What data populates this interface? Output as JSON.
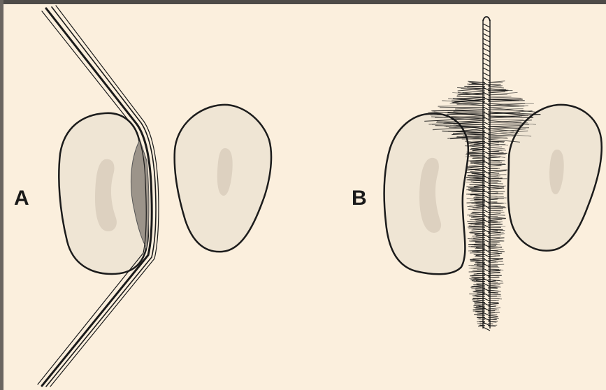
{
  "panels": {
    "a_label": "A",
    "b_label": "B"
  },
  "colors": {
    "background": "#fbefdd",
    "tooth_fill": "#efe5d4",
    "pulp_fill": "#ddd1c0",
    "outline": "#1c1c1c",
    "frame": "#4e4b48"
  },
  "icons": {
    "panel_a": "dental-floss-wrapped-around-tooth",
    "panel_b": "interdental-brush-between-teeth"
  }
}
